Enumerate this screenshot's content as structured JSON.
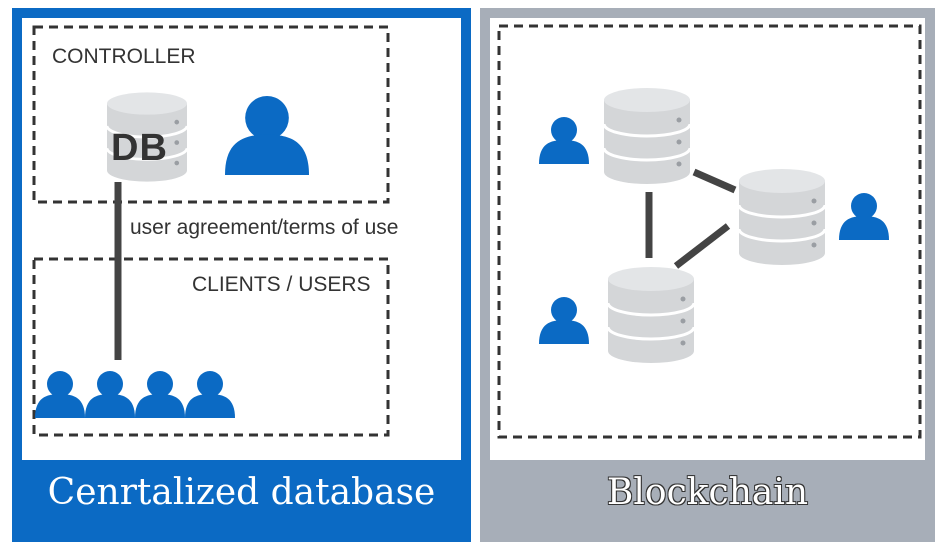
{
  "left": {
    "controller_label": "CONTROLLER",
    "db_label": "DB",
    "agreement_label": "user agreement/terms of use",
    "clients_label": "CLIENTS / USERS",
    "caption": "Cenrtalized database"
  },
  "right": {
    "caption": "Blockchain"
  },
  "colors": {
    "left_accent": "#0b6ac4",
    "right_accent": "#a7aeb8",
    "user_icon": "#0b6ac4",
    "db_gray": "#d4d6d8",
    "line": "#444444"
  }
}
